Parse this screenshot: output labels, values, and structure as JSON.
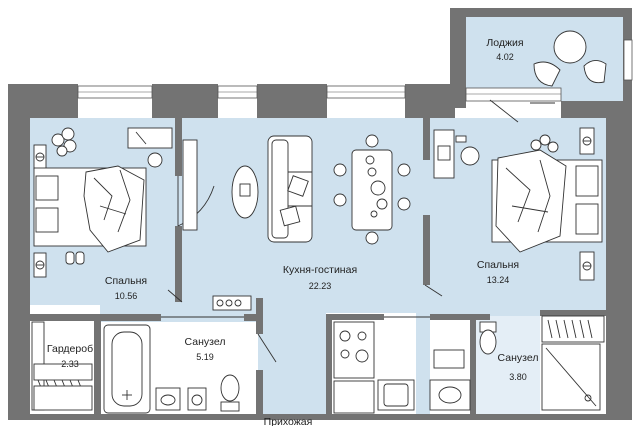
{
  "rooms": [
    {
      "name": "Лоджия",
      "area": "4.02"
    },
    {
      "name": "Спальня",
      "area": "10.56"
    },
    {
      "name": "Кухня-гостиная",
      "area": "22.23"
    },
    {
      "name": "Спальня",
      "area": "13.24"
    },
    {
      "name": "Гардероб",
      "area": "2.33"
    },
    {
      "name": "Санузел",
      "area": "5.19"
    },
    {
      "name": "Санузел",
      "area": "3.80"
    },
    {
      "name": "Прихожая",
      "area": ""
    }
  ],
  "icons": [
    "bed-icon",
    "sofa-icon",
    "dining-table-icon",
    "desk-icon",
    "chair-icon",
    "bathtub-icon",
    "toilet-icon",
    "sink-icon",
    "shower-icon",
    "stove-icon",
    "washing-machine-icon",
    "plant-icon",
    "radiator-icon",
    "wardrobe-icon"
  ],
  "colors": {
    "floor": "#cfe1ee",
    "wall": "#737373",
    "background": "#ffffff"
  }
}
